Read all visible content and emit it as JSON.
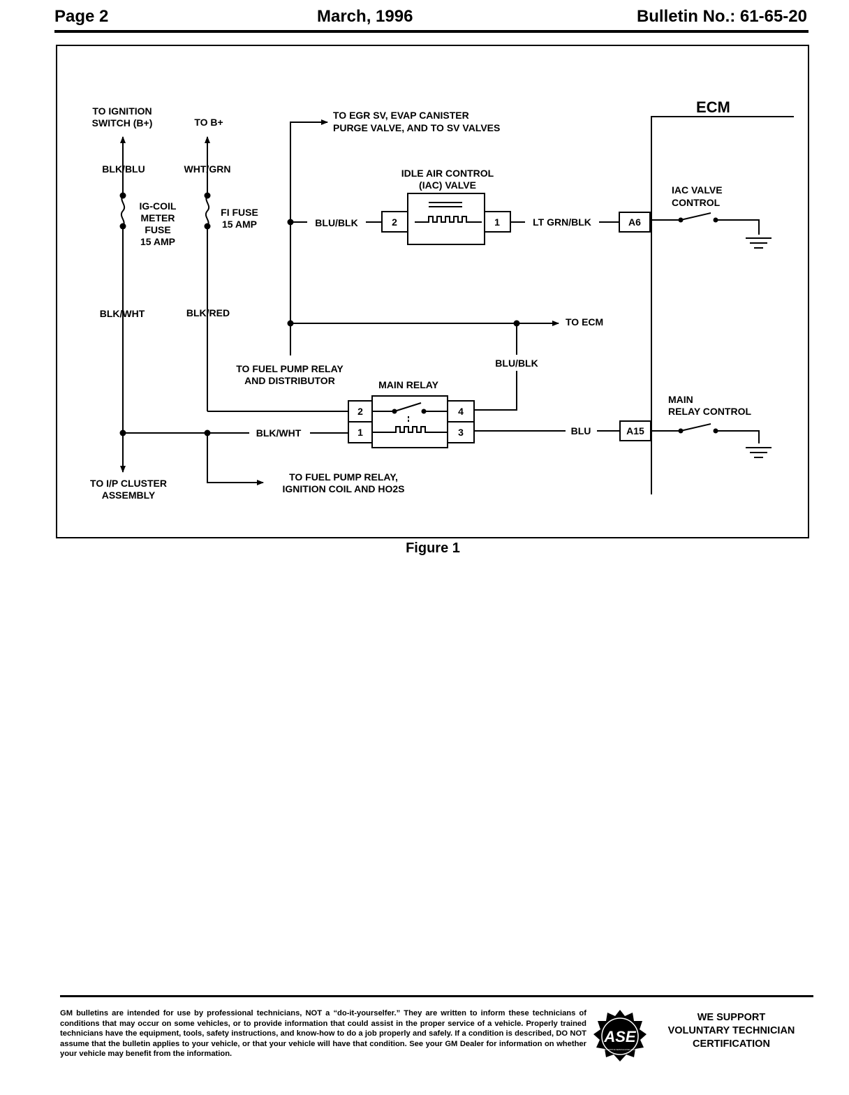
{
  "header": {
    "page": "Page 2",
    "date": "March, 1996",
    "bulletin": "Bulletin No.: 61-65-20"
  },
  "diagram": {
    "ignition_switch_line1": "TO IGNITION",
    "ignition_switch_line2": "SWITCH (B+)",
    "to_bplus": "TO B+",
    "egr_line1": "TO EGR SV, EVAP CANISTER",
    "egr_line2": "PURGE VALVE, AND TO SV VALVES",
    "ecm_title": "ECM",
    "wire_blk_blu": "BLK/BLU",
    "wire_wht_grn": "WHT/GRN",
    "ig_fuse_line1": "IG-COIL",
    "ig_fuse_line2": "METER",
    "ig_fuse_line3": "FUSE",
    "ig_fuse_line4": "15 AMP",
    "fi_fuse_line1": "FI FUSE",
    "fi_fuse_line2": "15 AMP",
    "iac_title_line1": "IDLE AIR CONTROL",
    "iac_title_line2": "(IAC) VALVE",
    "wire_blu_blk_top": "BLU/BLK",
    "iac_pin_2": "2",
    "iac_pin_1": "1",
    "wire_lt_grn_blk": "LT GRN/BLK",
    "ecm_pin_a6": "A6",
    "iac_ctrl_line1": "IAC VALVE",
    "iac_ctrl_line2": "CONTROL",
    "wire_blk_wht_left": "BLK/WHT",
    "wire_blk_red": "BLK/RED",
    "to_ecm": "TO ECM",
    "fuel_pump_dist_line1": "TO FUEL PUMP RELAY",
    "fuel_pump_dist_line2": "AND DISTRIBUTOR",
    "wire_blu_blk_right": "BLU/BLK",
    "main_relay_title": "MAIN RELAY",
    "relay_pin_2": "2",
    "relay_pin_4": "4",
    "relay_pin_1": "1",
    "relay_pin_3": "3",
    "wire_blk_wht_mid": "BLK/WHT",
    "wire_blu": "BLU",
    "ecm_pin_a15": "A15",
    "main_ctrl_line1": "MAIN",
    "main_ctrl_line2": "RELAY CONTROL",
    "ip_cluster_line1": "TO I/P CLUSTER",
    "ip_cluster_line2": "ASSEMBLY",
    "fuel_pump_coil_line1": "TO FUEL PUMP RELAY,",
    "fuel_pump_coil_line2": "IGNITION COIL AND HO2S"
  },
  "caption": "Figure 1",
  "footer": {
    "disclaimer": "GM bulletins are intended for use by professional technicians, NOT a “do-it-yourselfer.” They are written to inform these technicians of conditions that may occur on some vehicles, or to provide information that could assist in the proper service of a vehicle. Properly trained technicians have the equipment, tools, safety instructions, and know-how to do a job properly and safely. If a condition is described, DO NOT assume that the bulletin applies to your vehicle, or that your vehicle will have that condition. See your GM Dealer for information on whether your vehicle may benefit from the information.",
    "support_line1": "WE SUPPORT",
    "support_line2": "VOLUNTARY TECHNICIAN",
    "support_line3": "CERTIFICATION",
    "logo_text": "ASE",
    "logo_subtext": "AUTOMOTIVE SERVICE EXCELLENCE"
  }
}
